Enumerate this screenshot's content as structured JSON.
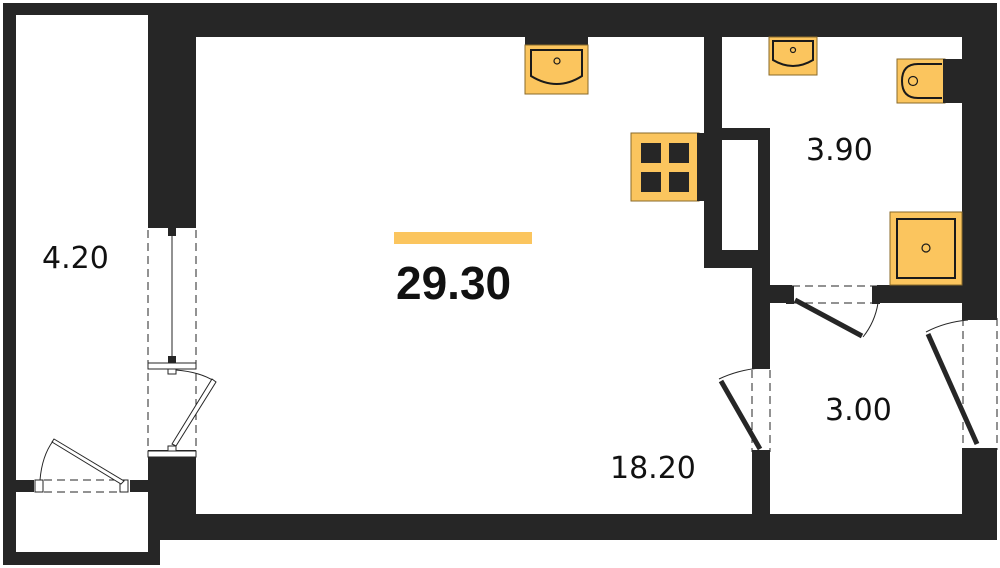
{
  "plan": {
    "total_area": "29.30",
    "rooms": [
      {
        "name": "balcony",
        "area": "4.20"
      },
      {
        "name": "main-room",
        "area": "18.20"
      },
      {
        "name": "bathroom",
        "area": "3.90"
      },
      {
        "name": "hallway",
        "area": "3.00"
      }
    ]
  },
  "colors": {
    "wall": "#262626",
    "fixture": "#fbc55e",
    "accent": "#fbc55e",
    "background": "#ffffff"
  },
  "fixtures": [
    {
      "name": "kitchen-sink",
      "room": "main-room"
    },
    {
      "name": "stove",
      "room": "main-room"
    },
    {
      "name": "bathroom-sink",
      "room": "bathroom"
    },
    {
      "name": "toilet",
      "room": "bathroom"
    },
    {
      "name": "shower-tray",
      "room": "bathroom"
    }
  ]
}
